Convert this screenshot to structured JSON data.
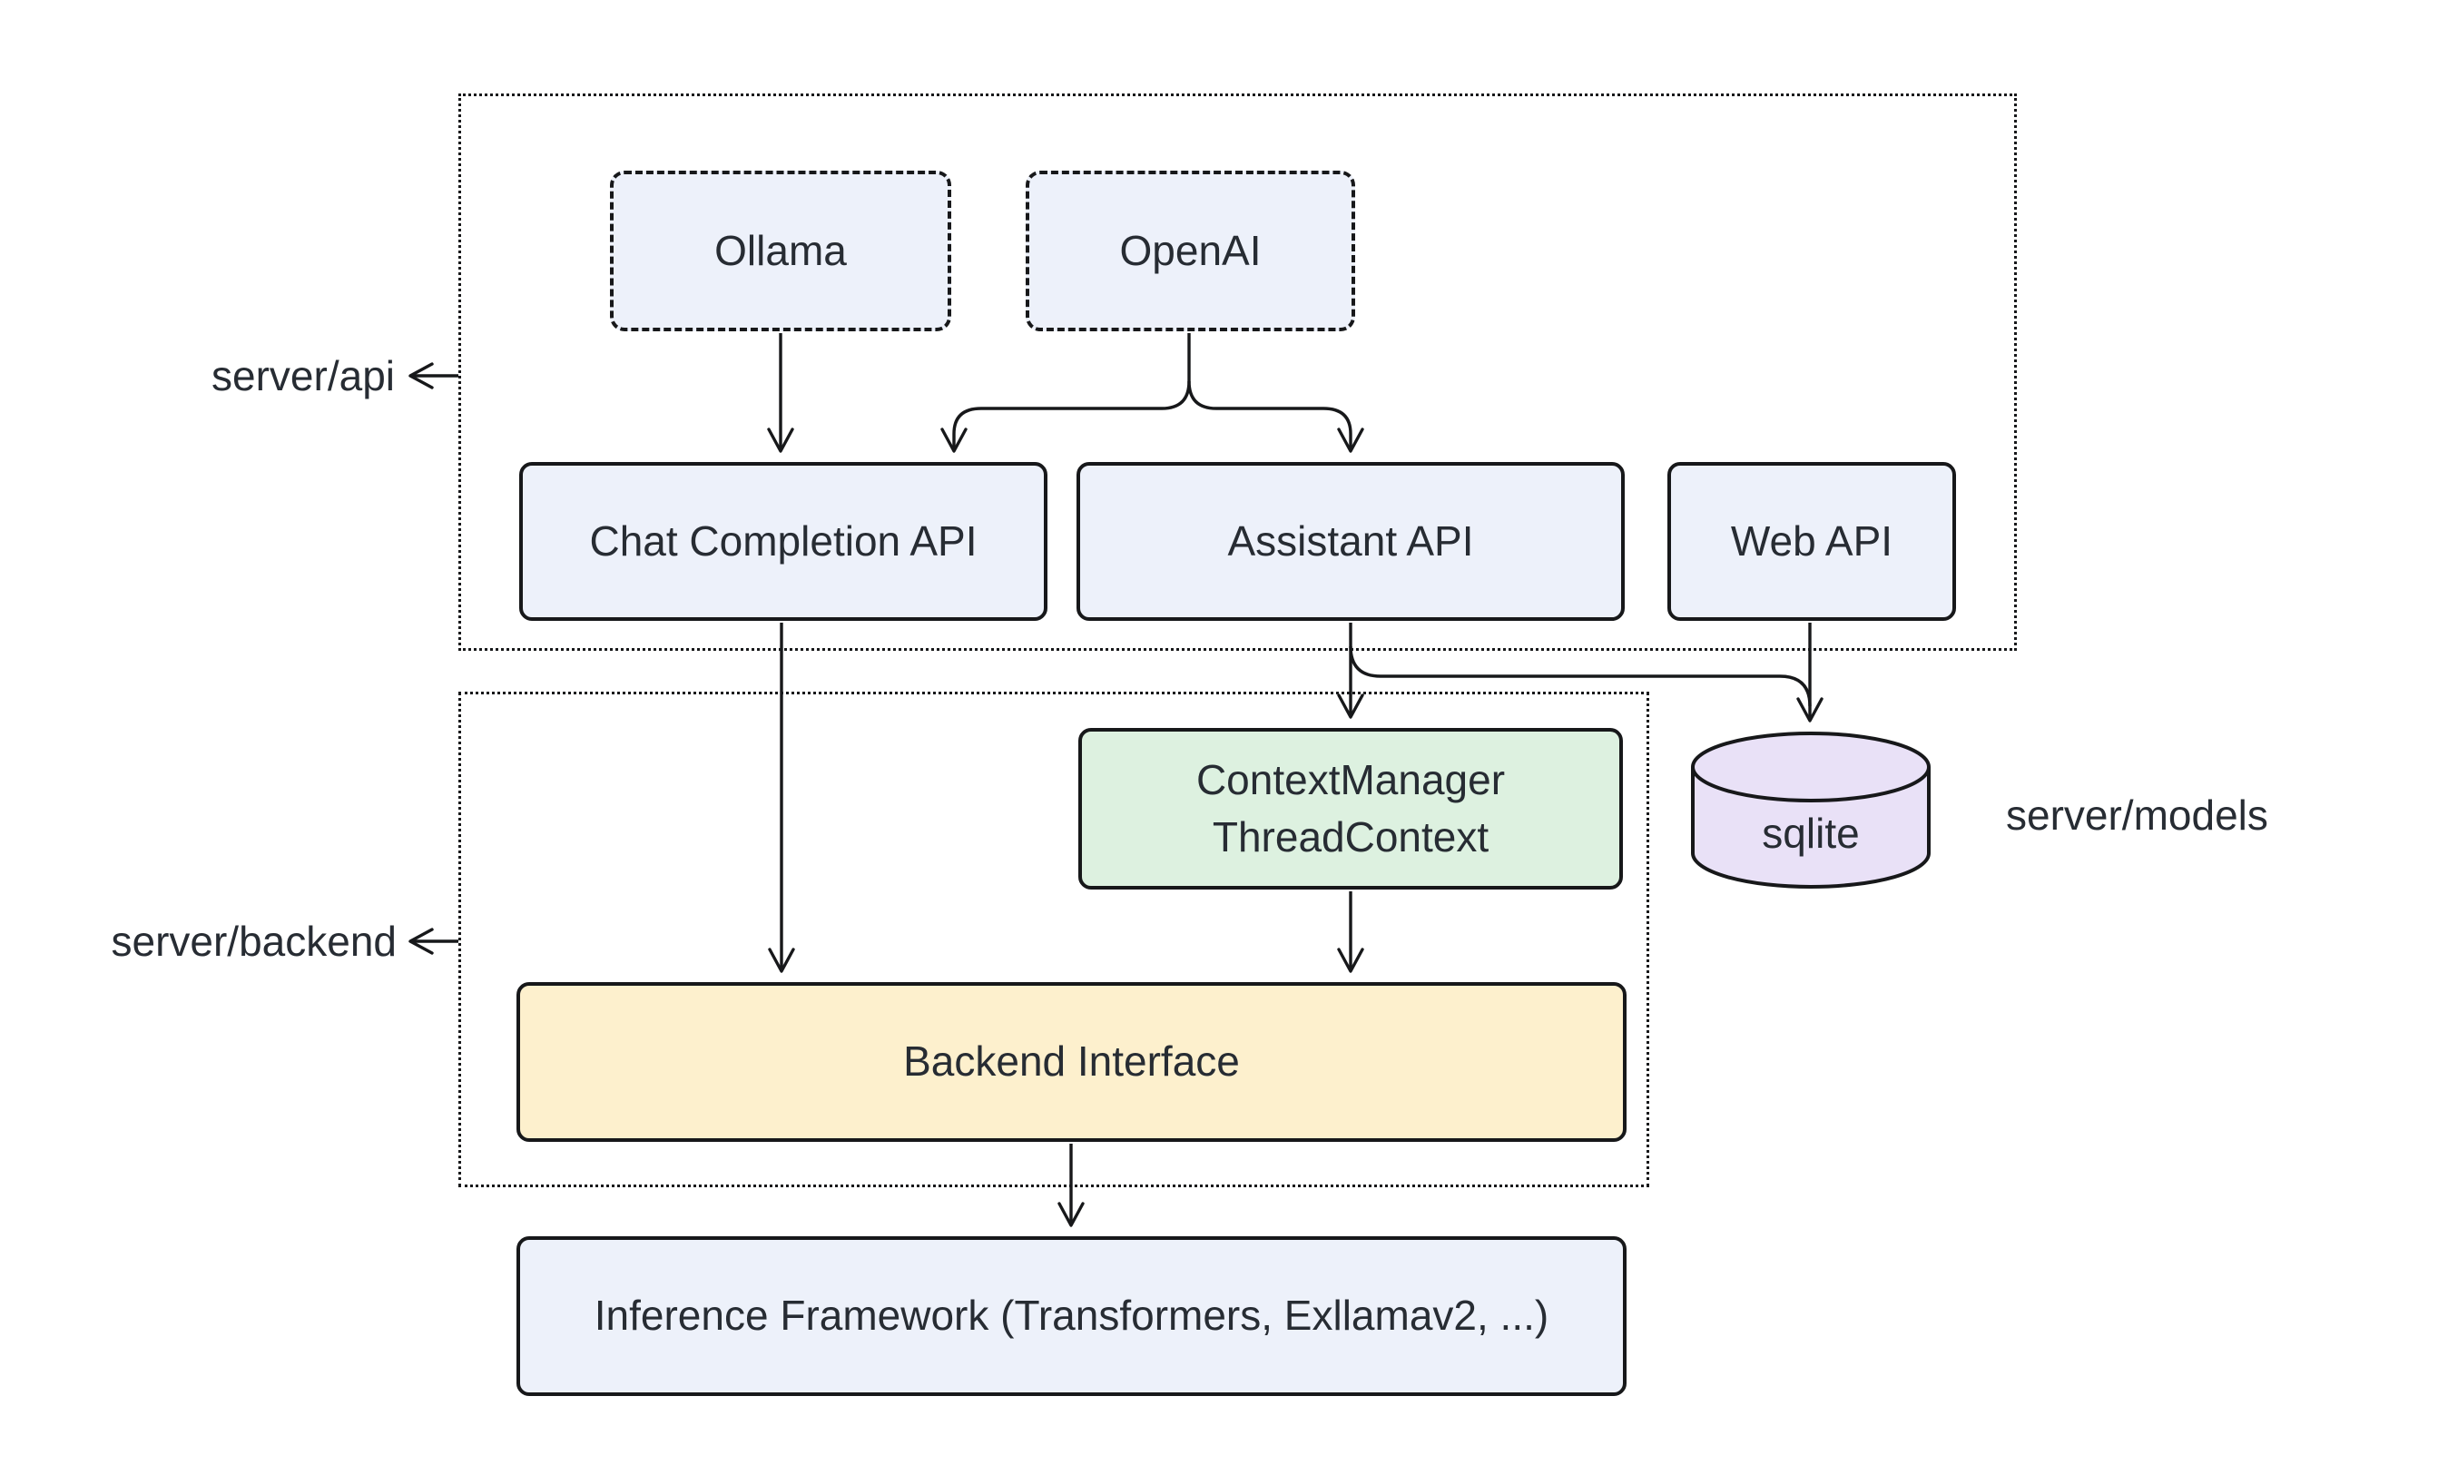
{
  "diagram": {
    "groups": {
      "api": {
        "label": "server/api"
      },
      "backend": {
        "label": "server/backend"
      },
      "models": {
        "label": "server/models"
      }
    },
    "nodes": {
      "ollama": {
        "label": "Ollama",
        "fill": "#edf1fa",
        "border": "dashed"
      },
      "openai": {
        "label": "OpenAI",
        "fill": "#edf1fa",
        "border": "dashed"
      },
      "chat_completion_api": {
        "label": "Chat Completion API",
        "fill": "#edf1fa"
      },
      "assistant_api": {
        "label": "Assistant API",
        "fill": "#edf1fa"
      },
      "web_api": {
        "label": "Web API",
        "fill": "#edf1fa"
      },
      "context_manager": {
        "line1": "ContextManager",
        "line2": "ThreadContext",
        "fill": "#ddf1e0"
      },
      "sqlite": {
        "label": "sqlite",
        "fill": "#e9e1f7",
        "shape": "cylinder"
      },
      "backend_interface": {
        "label": "Backend Interface",
        "fill": "#fdf0cd"
      },
      "inference_framework": {
        "label": "Inference Framework (Transformers, Exllamav2, ...)",
        "fill": "#edf1fa"
      }
    },
    "edges": [
      {
        "from": "Ollama",
        "to": "Chat Completion API"
      },
      {
        "from": "OpenAI",
        "to": "Chat Completion API"
      },
      {
        "from": "OpenAI",
        "to": "Assistant API"
      },
      {
        "from": "Chat Completion API",
        "to": "Backend Interface"
      },
      {
        "from": "Assistant API",
        "to": "ContextManager ThreadContext"
      },
      {
        "from": "Assistant API",
        "to": "sqlite"
      },
      {
        "from": "Web API",
        "to": "sqlite"
      },
      {
        "from": "ContextManager ThreadContext",
        "to": "Backend Interface"
      },
      {
        "from": "Backend Interface",
        "to": "Inference Framework (Transformers, Exllamav2, ...)"
      }
    ],
    "colors": {
      "stroke": "#17181a",
      "text": "#272c33",
      "background": "#ffffff",
      "node_blue": "#edf1fa",
      "node_green": "#ddf1e0",
      "node_yellow": "#fdf0cd",
      "node_purple": "#e9e1f7"
    }
  }
}
